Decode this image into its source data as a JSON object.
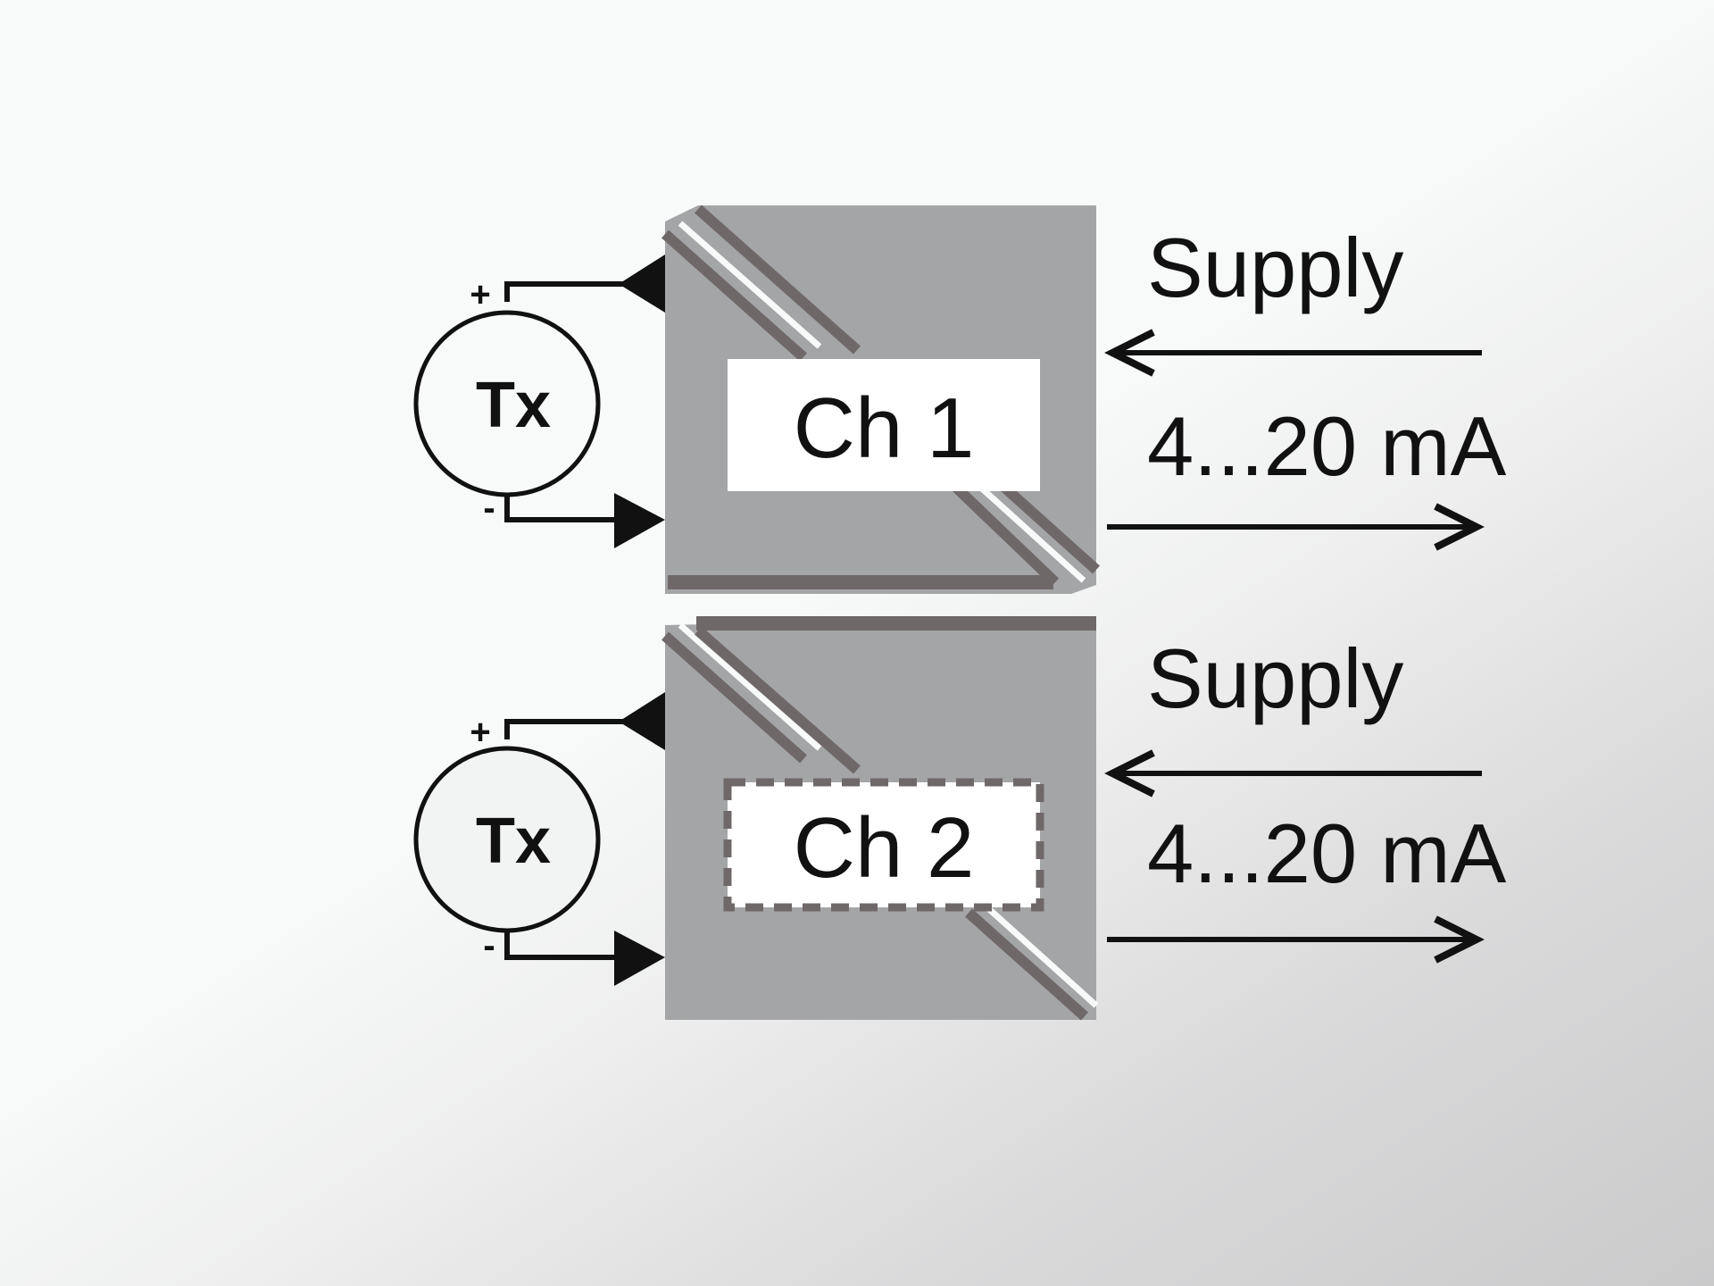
{
  "colors": {
    "module_fill": "#a4a5a7",
    "module_edge": "#6f6869",
    "line": "#111111"
  },
  "channels": [
    {
      "label": "Ch 1",
      "label_box_style": "solid",
      "transmitter": {
        "label": "Tx",
        "plus": "+",
        "minus": "-"
      },
      "supply_label": "Supply",
      "signal_label": "4...20 mA"
    },
    {
      "label": "Ch 2",
      "label_box_style": "dashed",
      "transmitter": {
        "label": "Tx",
        "plus": "+",
        "minus": "-"
      },
      "supply_label": "Supply",
      "signal_label": "4...20 mA"
    }
  ]
}
